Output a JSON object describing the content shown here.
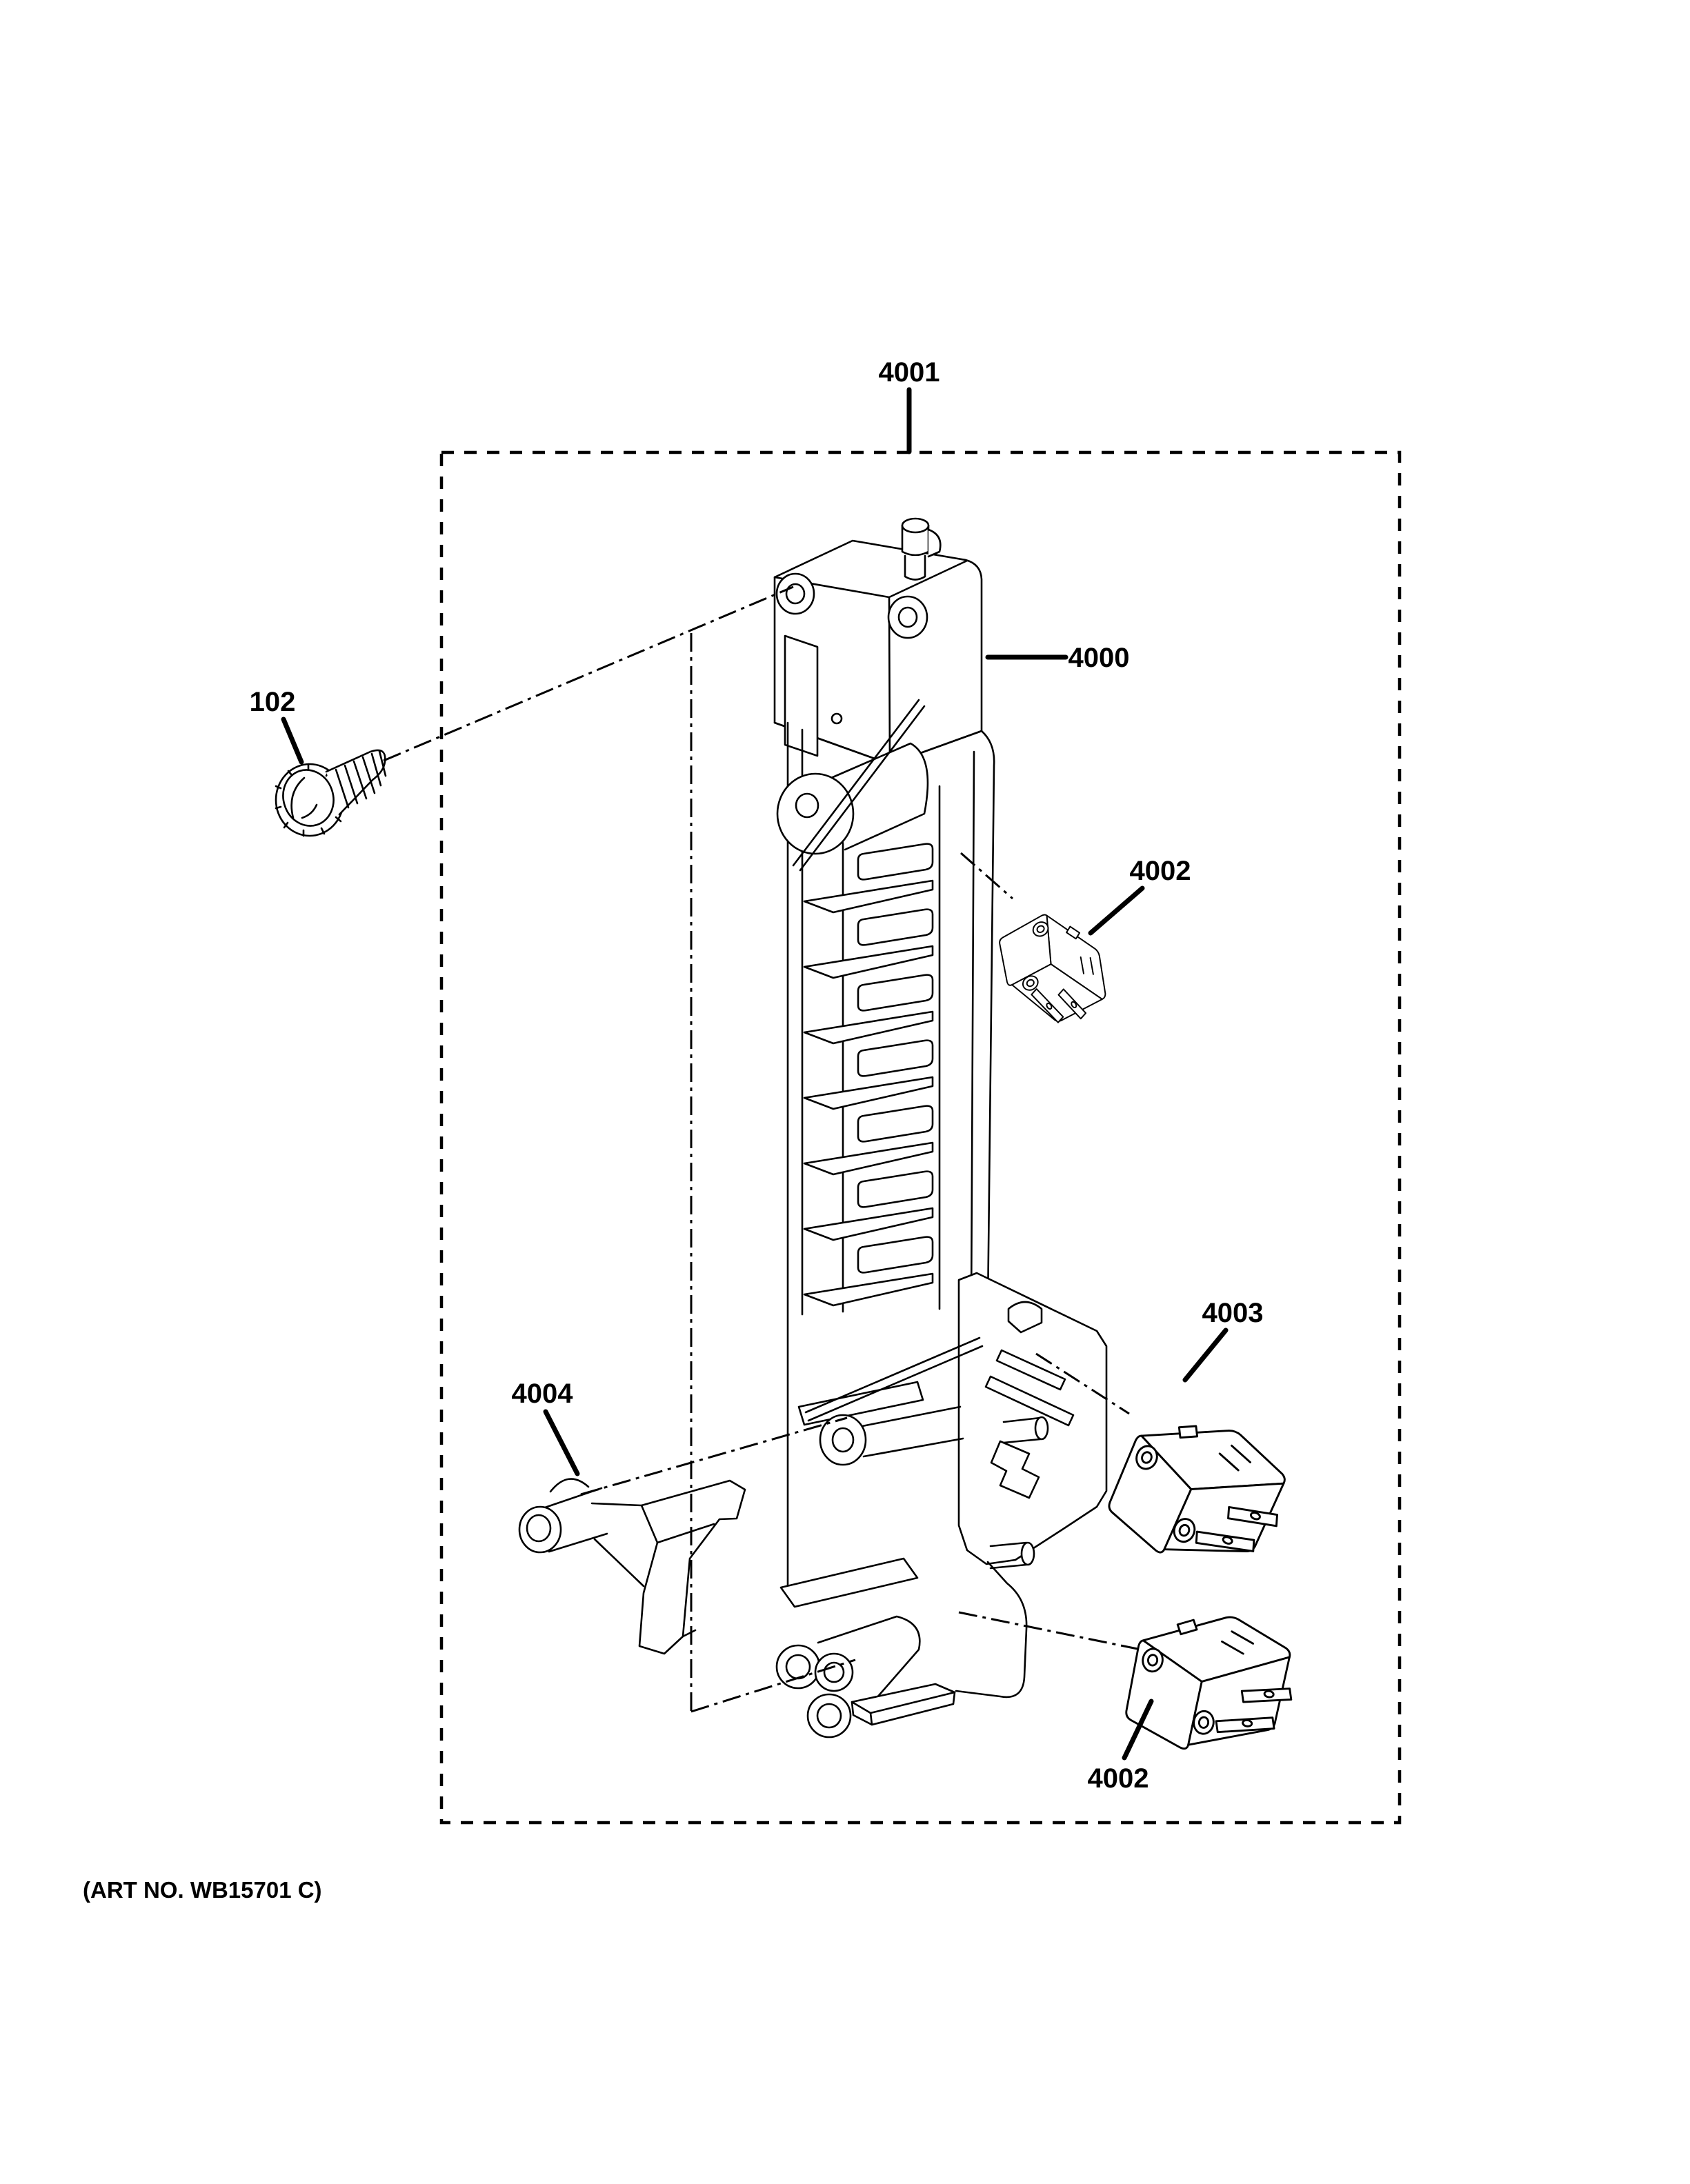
{
  "diagram": {
    "background": "#ffffff",
    "line_color": "#000000",
    "art_no": "(ART NO. WB15701 C)",
    "labels": {
      "l4001": "4001",
      "l4000": "4000",
      "l102": "102",
      "l4002_top": "4002",
      "l4003": "4003",
      "l4002_bottom": "4002",
      "l4004": "4004"
    }
  }
}
